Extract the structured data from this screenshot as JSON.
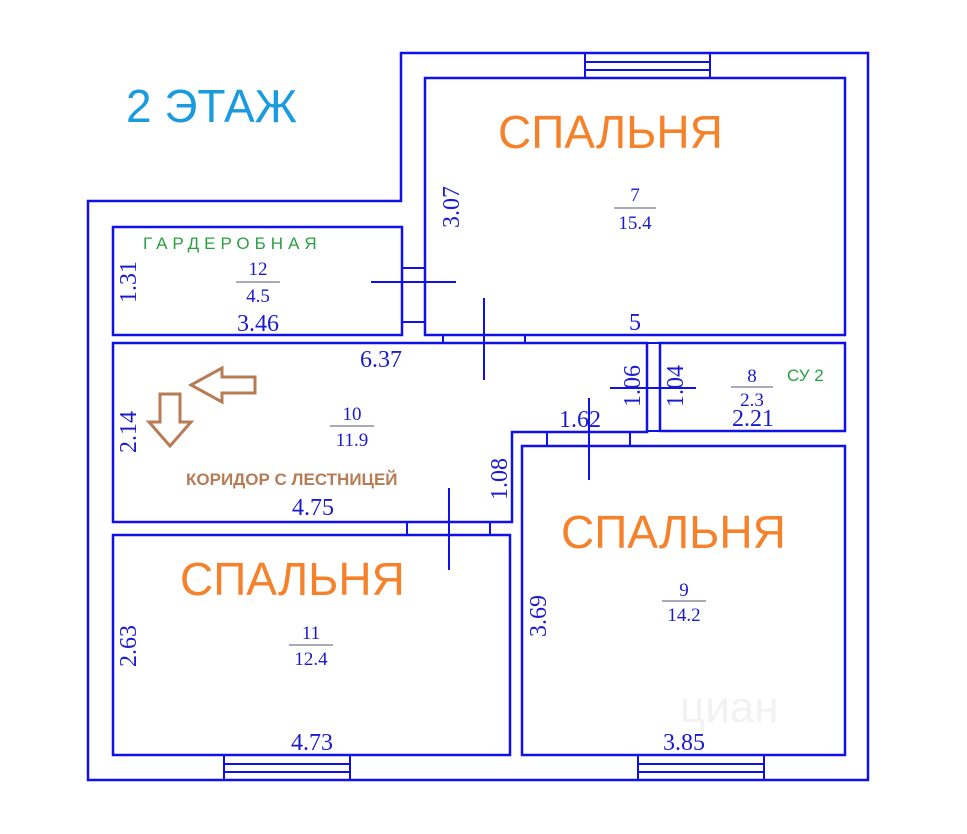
{
  "plan": {
    "floor_title": "2 ЭТАЖ",
    "watermark": "циан",
    "rooms": {
      "bedroom_top": {
        "name": "СПАЛЬНЯ",
        "number": "7",
        "area": "15.4",
        "dim_width": "5",
        "dim_height": "3.07"
      },
      "wardrobe": {
        "name": "ГАРДЕРОБНАЯ",
        "number": "12",
        "area": "4.5",
        "dim_width": "3.46",
        "dim_height": "1.31"
      },
      "corridor": {
        "name": "КОРИДОР С ЛЕСТНИЦЕЙ",
        "number": "10",
        "area": "11.9",
        "dim_top": "6.37",
        "dim_bottom": "4.75",
        "dim_height": "2.14",
        "dim_step_width": "1.62",
        "dim_step_height": "1.08",
        "dim_right_height": "1.06"
      },
      "bathroom": {
        "name": "СУ 2",
        "number": "8",
        "area": "2.3",
        "dim_width": "2.21",
        "dim_height": "1.04"
      },
      "bedroom_right": {
        "name": "СПАЛЬНЯ",
        "number": "9",
        "area": "14.2",
        "dim_width": "3.85",
        "dim_height": "3.69"
      },
      "bedroom_left": {
        "name": "СПАЛЬНЯ",
        "number": "11",
        "area": "12.4",
        "dim_width": "4.73",
        "dim_height": "2.63"
      }
    },
    "colors": {
      "walls": "#1010e8",
      "room_name": "#f5812a",
      "floor_title": "#1a9be0",
      "green_label": "#2aa040",
      "brown_label": "#b67c55"
    }
  }
}
